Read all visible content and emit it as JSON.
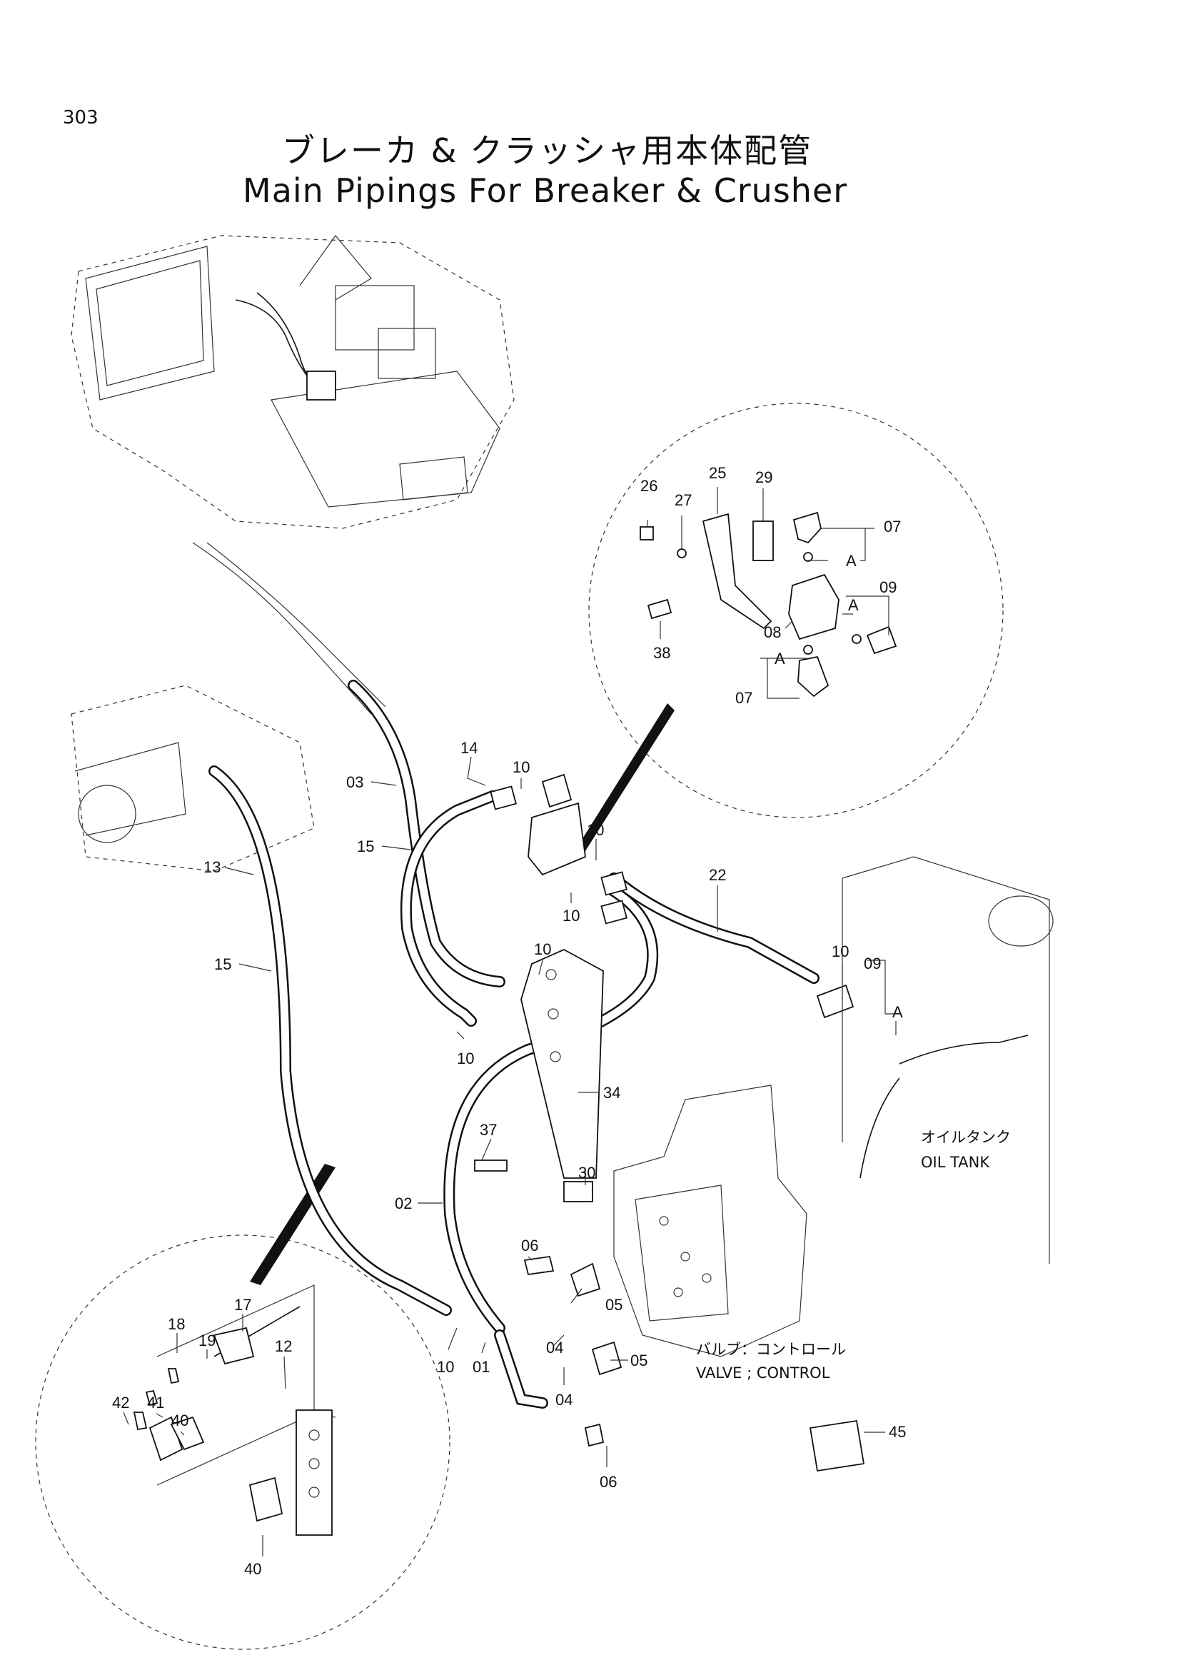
{
  "page_number": "303",
  "title_jp": "ブレーカ & クラッシャ用本体配管",
  "title_en": "Main Pipings For Breaker & Crusher",
  "notes": {
    "oil_tank_jp": "オイルタンク",
    "oil_tank_en": "OIL TANK",
    "valve_jp": "バルブ：コントロール",
    "valve_en": "VALVE ; CONTROL"
  },
  "callouts": {
    "c26": "26",
    "c27": "27",
    "c25": "25",
    "c29": "29",
    "c07a": "07",
    "cA1": "A",
    "c09a": "09",
    "cA2": "A",
    "c08": "08",
    "c38": "38",
    "cA3": "A",
    "c07b": "07",
    "c14": "14",
    "c10a": "10",
    "c03": "03",
    "c15a": "15",
    "c10b": "10",
    "c22": "22",
    "c10c": "10",
    "c13": "13",
    "c10d": "10",
    "c15b": "15",
    "c10e": "10",
    "c09b": "09",
    "cA4": "A",
    "c34": "34",
    "c37": "37",
    "c30": "30",
    "c02": "02",
    "c06a": "06",
    "c05a": "05",
    "c04a": "04",
    "c10f": "10",
    "c01": "01",
    "c05b": "05",
    "c04b": "04",
    "c06b": "06",
    "c45": "45",
    "c18": "18",
    "c19": "19",
    "c17": "17",
    "c12": "12",
    "c42": "42",
    "c41": "41",
    "c40a": "40",
    "c40b": "40"
  }
}
